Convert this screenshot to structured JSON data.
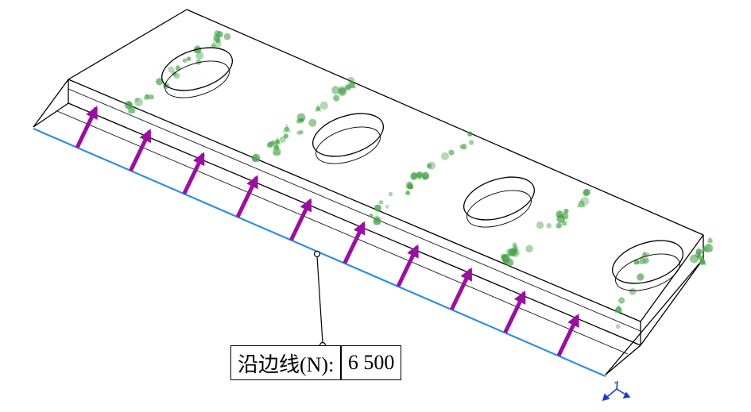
{
  "callout": {
    "label": "沿边线(N):",
    "value": "6 500"
  },
  "colors": {
    "model_edge": "#000000",
    "load_arrow": "#9b0fa0",
    "selected_edge": "#2f8fe0",
    "fixture_glyph": "#3c9a3c",
    "triad": "#1f3fd0"
  },
  "load": {
    "type": "force-along-edge",
    "arrow_count": 10,
    "fixture_groups": 4
  },
  "icons": {
    "triad": "coordinate-triad-icon",
    "leader_anchor": "leader-anchor-icon"
  }
}
